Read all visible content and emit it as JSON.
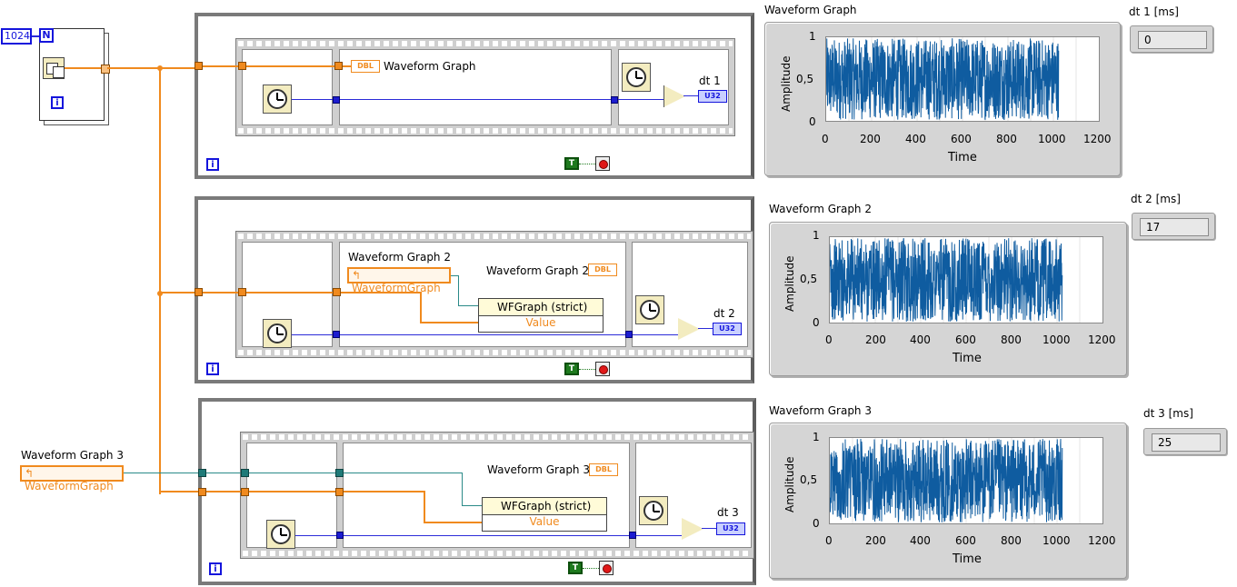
{
  "block_diagram": {
    "n_constant": "1024",
    "n_terminal": "N",
    "iteration_label": "i",
    "dt1_label": "dt 1",
    "dt2_label": "dt 2",
    "dt3_label": "dt 3",
    "u32_label": "U32",
    "dbl_label": "DBL",
    "true_const": "T",
    "wg1_terminal_label": "Waveform Graph",
    "wg2_label": "Waveform Graph 2",
    "wg2_ref": "WaveformGraph",
    "wg2_terminal_label": "Waveform Graph 2",
    "wg3_label": "Waveform Graph 3",
    "wg3_ref": "WaveformGraph",
    "wg3_terminal_label": "Waveform Graph 3",
    "property_node_class": "WFGraph (strict)",
    "property_node_property": "Value"
  },
  "front_panel": {
    "graphs": [
      {
        "title": "Waveform Graph",
        "xlabel": "Time",
        "ylabel": "Amplitude"
      },
      {
        "title": "Waveform Graph 2",
        "xlabel": "Time",
        "ylabel": "Amplitude"
      },
      {
        "title": "Waveform Graph 3",
        "xlabel": "Time",
        "ylabel": "Amplitude"
      }
    ],
    "x_ticks": [
      "0",
      "200",
      "400",
      "600",
      "800",
      "1000",
      "1200"
    ],
    "y_ticks": [
      "1",
      "0,5",
      "0"
    ],
    "indicators": [
      {
        "label": "dt 1 [ms]",
        "value": "0"
      },
      {
        "label": "dt 2 [ms]",
        "value": "17"
      },
      {
        "label": "dt 3 [ms]",
        "value": "25"
      }
    ]
  },
  "colors": {
    "trace": "#0f5ca0",
    "wire_dbl": "#f08a1e",
    "wire_int": "#2b2bd8",
    "wire_ref": "#2a8a88"
  },
  "chart_data": [
    {
      "type": "line",
      "title": "Waveform Graph",
      "xlabel": "Time",
      "ylabel": "Amplitude",
      "xlim": [
        0,
        1200
      ],
      "ylim": [
        0,
        1
      ],
      "points": 1024,
      "series": [
        {
          "name": "",
          "description": "uniform random noise"
        }
      ]
    },
    {
      "type": "line",
      "title": "Waveform Graph 2",
      "xlabel": "Time",
      "ylabel": "Amplitude",
      "xlim": [
        0,
        1200
      ],
      "ylim": [
        0,
        1
      ],
      "points": 1024,
      "series": [
        {
          "name": ""
        }
      ]
    },
    {
      "type": "line",
      "title": "Waveform Graph 3",
      "xlabel": "Time",
      "ylabel": "Amplitude",
      "xlim": [
        0,
        1200
      ],
      "ylim": [
        0,
        1
      ],
      "points": 1024,
      "series": [
        {
          "name": ""
        }
      ]
    }
  ]
}
